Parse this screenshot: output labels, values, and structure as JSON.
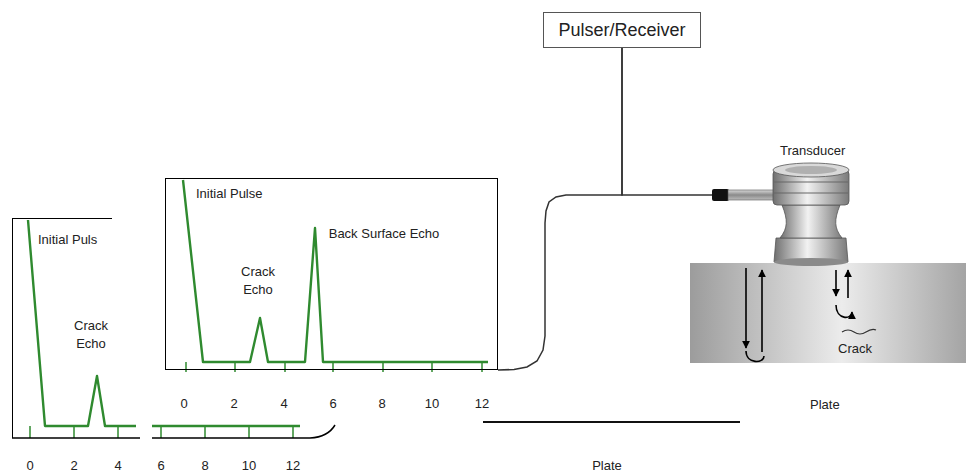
{
  "diagram": {
    "nodes": [
      {
        "text": [
          "Pulser/Receiver"
        ]
      },
      {
        "text": [
          "Initial Pulse",
          "Crack Echo",
          "Back Surface Echo"
        ]
      },
      {
        "text": [
          "Initial Puls",
          "Crack Echo"
        ]
      },
      {
        "text": [
          "Transducer"
        ]
      },
      {
        "text": [
          "Crack",
          "Plate"
        ]
      }
    ],
    "edges": [
      {
        "from": 0,
        "to": 1,
        "arrow": "none"
      },
      {
        "from": 0,
        "to": 3,
        "arrow": "none"
      }
    ],
    "labels": [
      "0",
      "2",
      "4",
      "6",
      "8",
      "10",
      "12",
      "0",
      "2",
      "4",
      "6",
      "8",
      "10",
      "12",
      "Plate"
    ]
  }
}
